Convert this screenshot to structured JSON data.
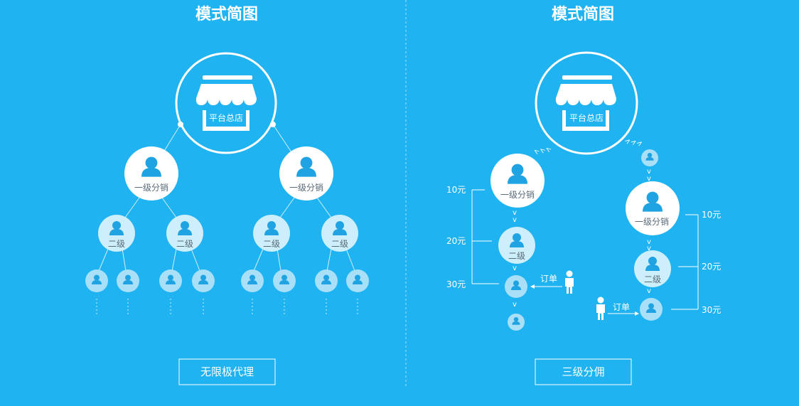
{
  "left": {
    "title": "模式简图",
    "store_label": "平台总店",
    "level1_label": "一级分销",
    "level2_label": "二级",
    "button_label": "无限极代理"
  },
  "right": {
    "title": "模式简图",
    "store_label": "平台总店",
    "level1_label": "一级分销",
    "level2_label": "二级",
    "order_label": "订单",
    "commissions": [
      "10元",
      "20元",
      "30元"
    ],
    "button_label": "三级分佣"
  },
  "colors": {
    "background": "#1fb3f2",
    "node_white": "#ffffff",
    "node_light": "#cdeefb",
    "node_pale": "#a9e0f8",
    "icon_blue": "#1fa3e3",
    "label_gray": "#5a6b78"
  }
}
